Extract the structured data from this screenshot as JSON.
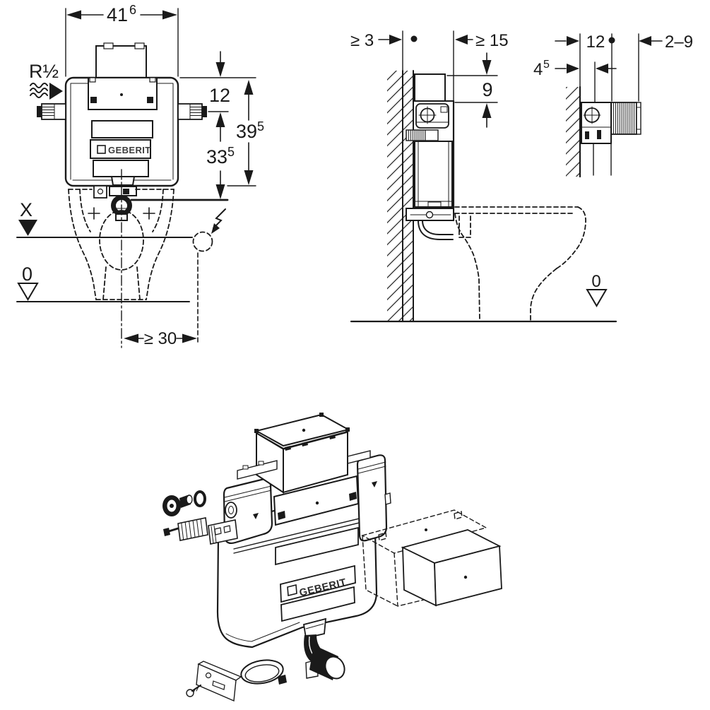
{
  "diagram": {
    "brand": "GEBERIT",
    "front_view": {
      "width": {
        "value": "41",
        "sup": "6"
      },
      "water_supply": "R½",
      "top_offset": "12",
      "height_total": {
        "value": "39",
        "sup": "5"
      },
      "height_lower": {
        "value": "33",
        "sup": "5"
      },
      "x_axis": "X",
      "zero_level": "0",
      "min_side_distance": "≥ 30",
      "logo": "GEBERIT"
    },
    "side_view": {
      "min_wall_gap": "≥ 3",
      "min_front_distance": "≥ 15",
      "box_height": "9",
      "zero_level": "0"
    },
    "detail_view": {
      "install_depth": "12",
      "finish_thickness_range": "2–9",
      "supply_offset": {
        "value": "4",
        "sup": "5"
      }
    },
    "exploded_view": {
      "logo": "GEBERIT"
    }
  }
}
